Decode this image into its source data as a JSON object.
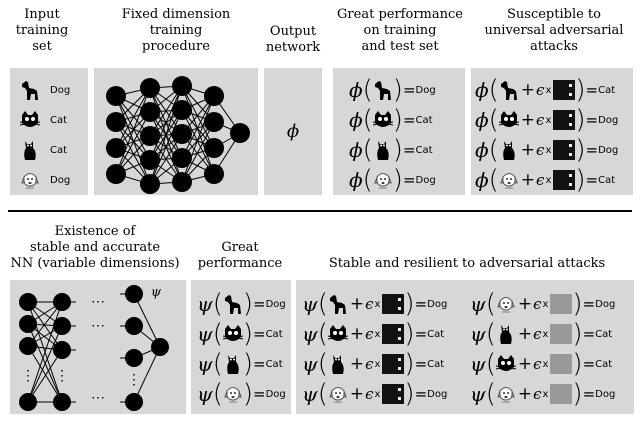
{
  "colors": {
    "panel": "#d7d7d7",
    "ink": "#000000",
    "node": "#000000",
    "background": "#ffffff"
  },
  "top": {
    "input_header": "Input\ntraining\nset",
    "fixed_header": "Fixed dimension\ntraining\nprocedure",
    "output_header": "Output\nnetwork",
    "great_header": "Great performance\non training\nand test set",
    "susceptible_header": "Susceptible to\nuniversal adversarial\nattacks",
    "phi": "ϕ",
    "training_set": [
      {
        "icon": "dog-icon",
        "label": "Dog"
      },
      {
        "icon": "cat-face-icon",
        "label": "Cat"
      },
      {
        "icon": "cat-sitting-icon",
        "label": "Cat"
      },
      {
        "icon": "puppy-sketch-icon",
        "label": "Dog"
      }
    ],
    "great_rows": [
      {
        "icon": "dog-icon",
        "label": "Dog"
      },
      {
        "icon": "cat-face-icon",
        "label": "Cat"
      },
      {
        "icon": "cat-sitting-icon",
        "label": "Cat"
      },
      {
        "icon": "puppy-sketch-icon",
        "label": "Dog"
      }
    ],
    "attack_rows": [
      {
        "icon": "dog-icon",
        "label": "Cat"
      },
      {
        "icon": "cat-face-icon",
        "label": "Dog"
      },
      {
        "icon": "cat-sitting-icon",
        "label": "Dog"
      },
      {
        "icon": "puppy-sketch-icon",
        "label": "Cat"
      }
    ]
  },
  "bottom": {
    "stable_header": "Existence of\nstable and accurate\nNN (variable dimensions)",
    "great_header": "Great\nperformance",
    "resilient_header": "Stable and resilient to adversarial attacks",
    "psi": "ψ",
    "nn_dots": "⋯",
    "vdots": "⋮",
    "great_rows": [
      {
        "icon": "dog-icon",
        "label": "Dog"
      },
      {
        "icon": "cat-face-icon",
        "label": "Cat"
      },
      {
        "icon": "cat-sitting-icon",
        "label": "Cat"
      },
      {
        "icon": "puppy-sketch-icon",
        "label": "Dog"
      }
    ],
    "resilient_left": [
      {
        "icon": "dog-icon",
        "label": "Dog"
      },
      {
        "icon": "cat-face-icon",
        "label": "Cat"
      },
      {
        "icon": "cat-sitting-icon",
        "label": "Cat"
      },
      {
        "icon": "puppy-sketch-icon",
        "label": "Dog"
      }
    ],
    "resilient_right": [
      {
        "icon": "puppy-sketch-icon",
        "label": "Dog"
      },
      {
        "icon": "cat-sitting-icon",
        "label": "Cat"
      },
      {
        "icon": "cat-face-icon",
        "label": "Cat"
      },
      {
        "icon": "puppy-sketch-icon",
        "label": "Dog"
      }
    ]
  },
  "formula": {
    "eq": "=",
    "plus": "+",
    "eps": "ϵ",
    "times": "x"
  }
}
